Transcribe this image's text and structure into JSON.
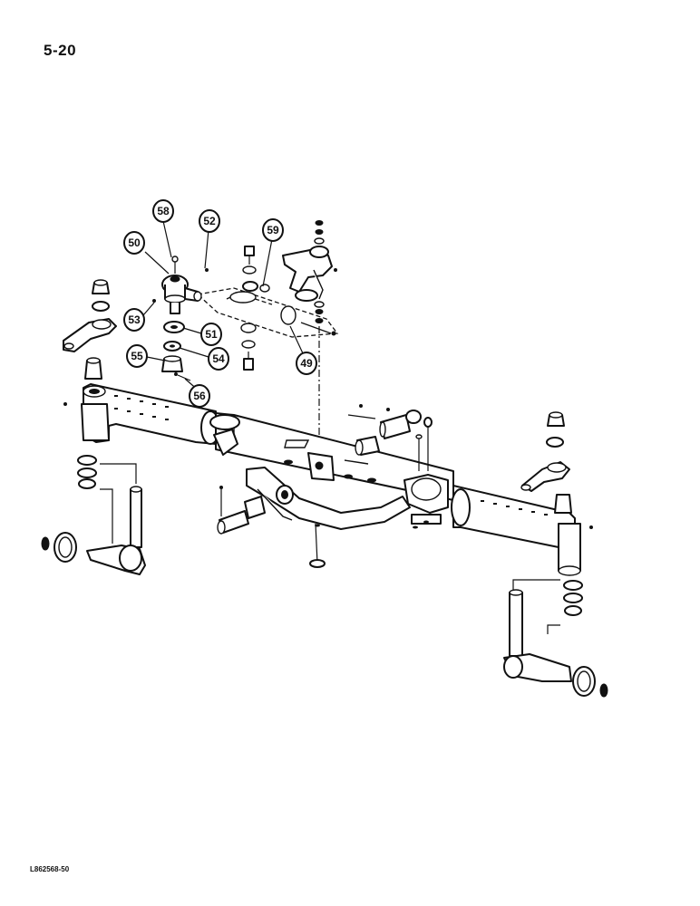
{
  "page": {
    "number": "5-20",
    "figure_code": "L862568-50"
  },
  "callouts": [
    {
      "id": "c58",
      "label": "58"
    },
    {
      "id": "c52",
      "label": "52"
    },
    {
      "id": "c59",
      "label": "59"
    },
    {
      "id": "c50",
      "label": "50"
    },
    {
      "id": "c53",
      "label": "53"
    },
    {
      "id": "c51",
      "label": "51"
    },
    {
      "id": "c55",
      "label": "55"
    },
    {
      "id": "c54",
      "label": "54"
    },
    {
      "id": "c56",
      "label": "56"
    },
    {
      "id": "c49",
      "label": "49"
    }
  ],
  "colors": {
    "ink": "#111111",
    "paper": "#ffffff"
  }
}
